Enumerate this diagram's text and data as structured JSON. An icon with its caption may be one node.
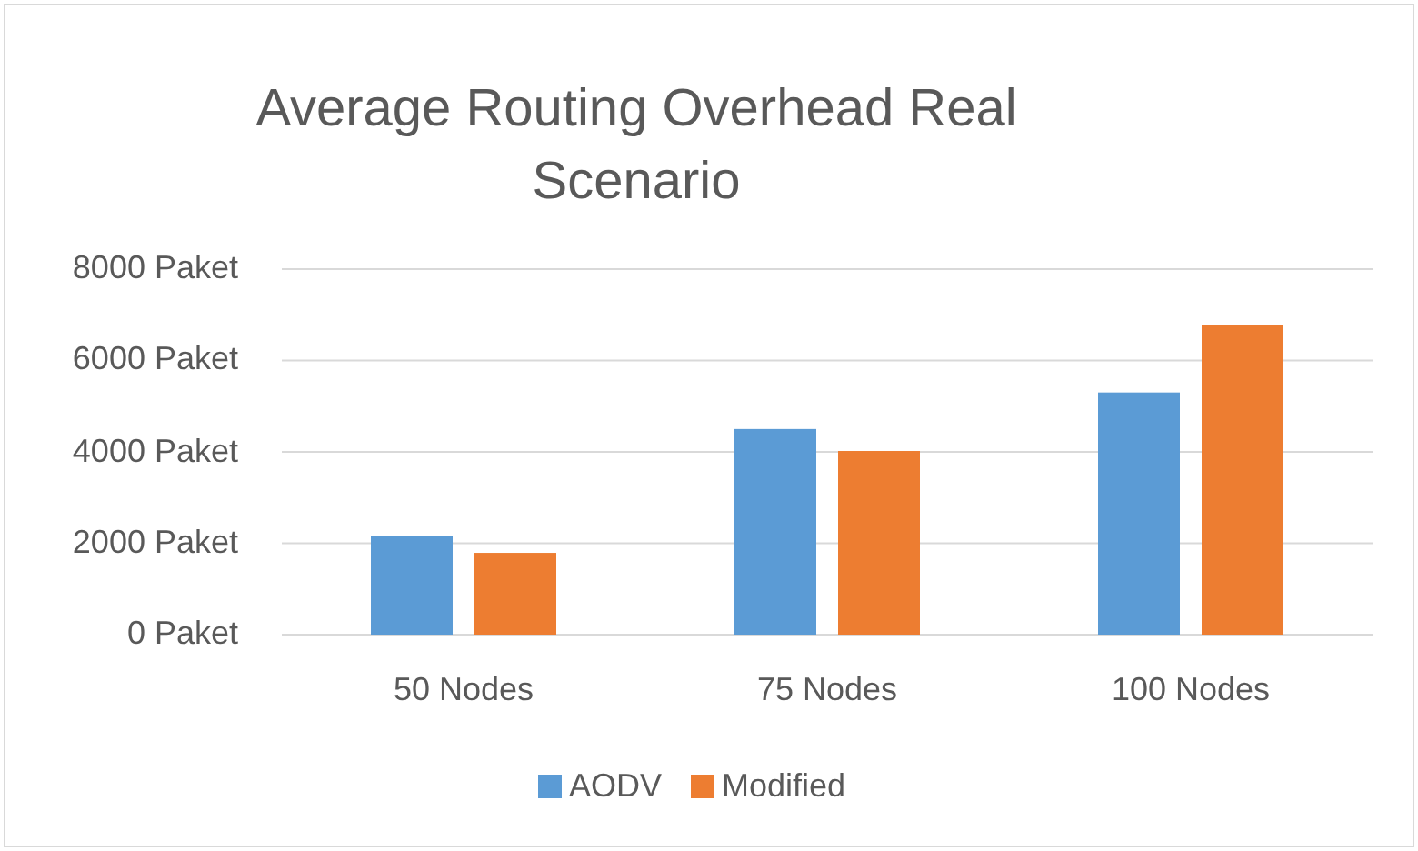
{
  "diagram": {
    "chart_data": {
      "type": "bar",
      "title": "Average Routing Overhead Real Scenario",
      "categories": [
        "50 Nodes",
        "75 Nodes",
        "100 Nodes"
      ],
      "series": [
        {
          "name": "AODV",
          "color": "#5b9bd5",
          "values": [
            2150,
            4500,
            5300
          ]
        },
        {
          "name": "Modified",
          "color": "#ed7d31",
          "values": [
            1790,
            4020,
            6770
          ]
        }
      ],
      "ylim": [
        0,
        8000
      ],
      "yticks": [
        {
          "value": 0,
          "label": "0 Paket"
        },
        {
          "value": 2000,
          "label": "2000 Paket"
        },
        {
          "value": 4000,
          "label": "4000 Paket"
        },
        {
          "value": 6000,
          "label": "6000 Paket"
        },
        {
          "value": 8000,
          "label": "8000 Paket"
        }
      ],
      "orientation": "vertical",
      "grid": "y",
      "legend": "bottom"
    }
  }
}
